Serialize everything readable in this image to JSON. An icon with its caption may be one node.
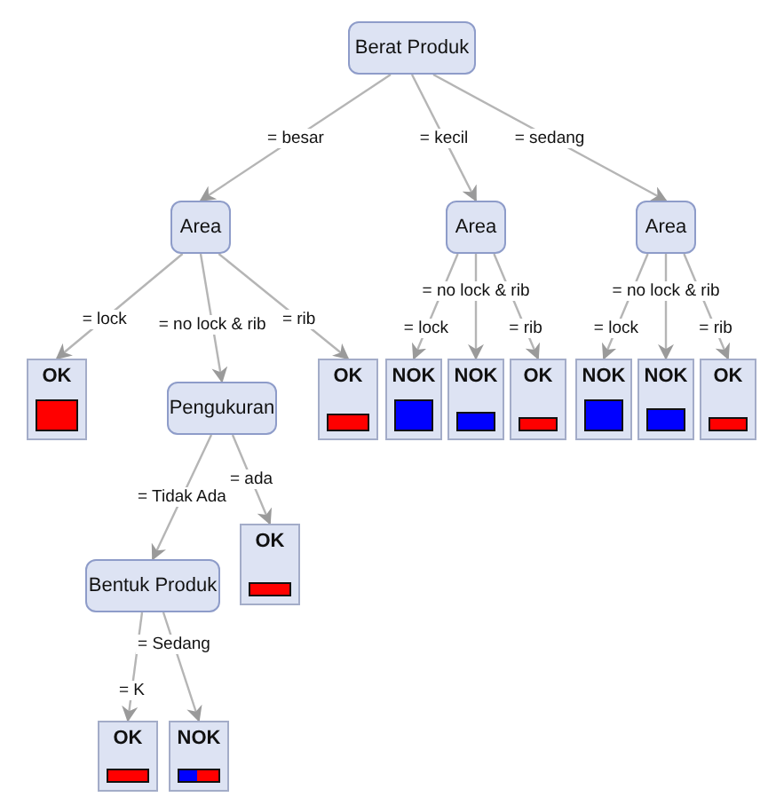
{
  "diagram": {
    "nodes": [
      {
        "text": [
          "Berat Produk"
        ]
      },
      {
        "text": [
          "Area"
        ]
      },
      {
        "text": [
          "OK"
        ]
      },
      {
        "text": [
          "Pengukuran"
        ]
      },
      {
        "text": [
          "Bentuk Produk"
        ]
      },
      {
        "text": [
          "OK"
        ]
      },
      {
        "text": [
          "OK"
        ]
      },
      {
        "text": [
          "NOK"
        ]
      },
      {
        "text": [
          "OK"
        ]
      },
      {
        "text": [
          "Area"
        ]
      },
      {
        "text": [
          "NOK"
        ]
      },
      {
        "text": [
          "NOK"
        ]
      },
      {
        "text": [
          "OK"
        ]
      },
      {
        "text": [
          "Area"
        ]
      },
      {
        "text": [
          "NOK"
        ]
      },
      {
        "text": [
          "NOK"
        ]
      },
      {
        "text": [
          "OK"
        ]
      }
    ],
    "edges": [
      {
        "from": 0,
        "to": 1,
        "arrow": "to",
        "label": "= besar"
      },
      {
        "from": 0,
        "to": 9,
        "arrow": "to",
        "label": "= kecil"
      },
      {
        "from": 0,
        "to": 13,
        "arrow": "to",
        "label": "= sedang"
      },
      {
        "from": 1,
        "to": 2,
        "arrow": "to",
        "label": "= lock"
      },
      {
        "from": 1,
        "to": 3,
        "arrow": "to",
        "label": "= no lock & rib"
      },
      {
        "from": 1,
        "to": 8,
        "arrow": "to",
        "label": "= rib"
      },
      {
        "from": 3,
        "to": 4,
        "arrow": "to",
        "label": "= Tidak Ada"
      },
      {
        "from": 3,
        "to": 5,
        "arrow": "to",
        "label": "= ada"
      },
      {
        "from": 4,
        "to": 6,
        "arrow": "to",
        "label": "= K"
      },
      {
        "from": 4,
        "to": 7,
        "arrow": "to",
        "label": "= Sedang"
      },
      {
        "from": 9,
        "to": 10,
        "arrow": "to",
        "label": "= lock"
      },
      {
        "from": 9,
        "to": 11,
        "arrow": "to",
        "label": "= no lock & rib"
      },
      {
        "from": 9,
        "to": 12,
        "arrow": "to",
        "label": "= rib"
      },
      {
        "from": 13,
        "to": 14,
        "arrow": "to",
        "label": "= lock"
      },
      {
        "from": 13,
        "to": 15,
        "arrow": "to",
        "label": "= no lock & rib"
      },
      {
        "from": 13,
        "to": 16,
        "arrow": "to",
        "label": "= rib"
      }
    ]
  }
}
